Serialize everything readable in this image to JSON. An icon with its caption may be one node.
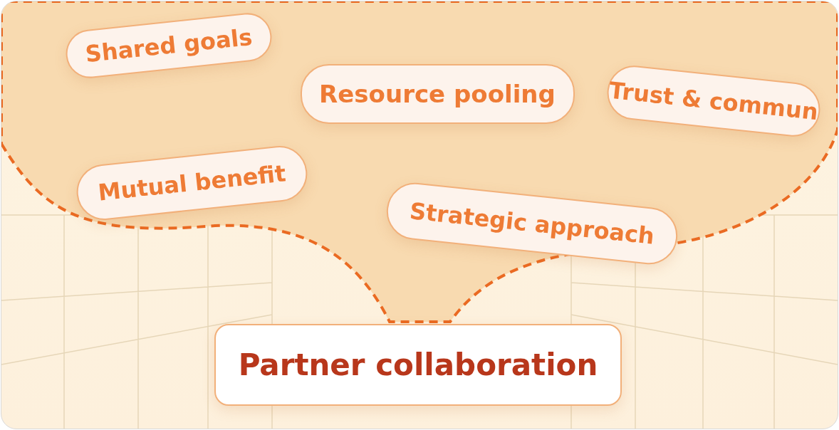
{
  "diagram": {
    "nodes": [
      {
        "text": [
          "Shared goals"
        ]
      },
      {
        "text": [
          "Resource pooling"
        ]
      },
      {
        "text": [
          "Trust & commun"
        ]
      },
      {
        "text": [
          "Mutual benefit"
        ]
      },
      {
        "text": [
          "Strategic approach"
        ]
      },
      {
        "text": [
          "Partner collaboration"
        ]
      }
    ]
  }
}
